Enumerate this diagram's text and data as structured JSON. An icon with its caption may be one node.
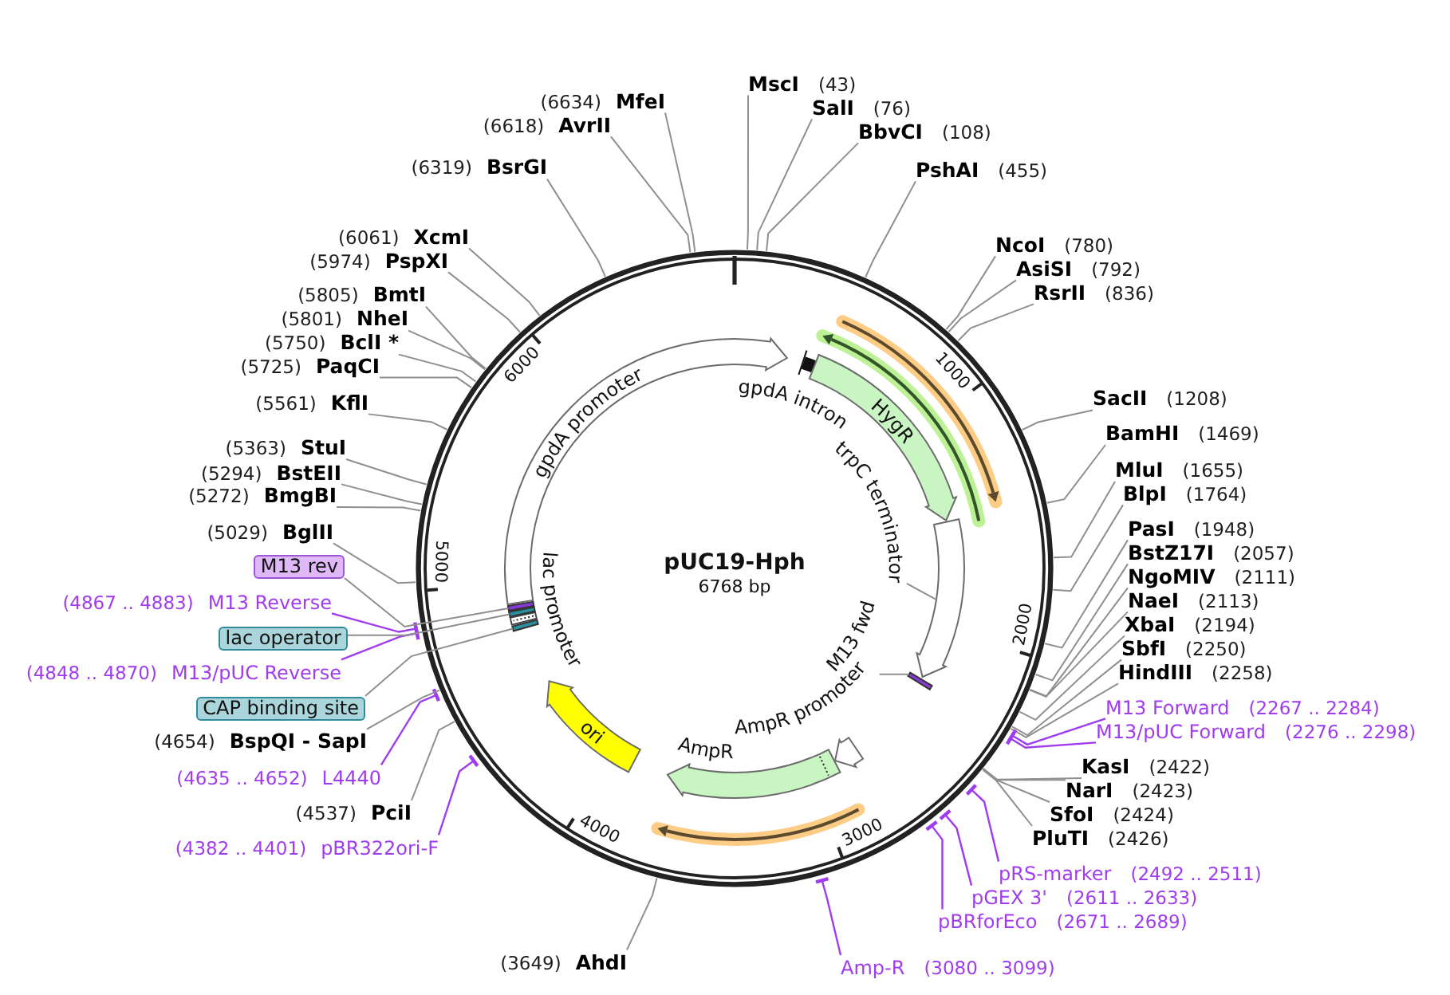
{
  "diagram": {
    "title": "pUC19-Hph",
    "nodes": [
      {
        "text": [
          "MscI",
          "(43)"
        ]
      },
      {
        "text": [
          "SalI",
          "(76)"
        ]
      },
      {
        "text": [
          "BbvCI",
          "(108)"
        ]
      },
      {
        "text": [
          "PshAI",
          "(455)"
        ]
      },
      {
        "text": [
          "NcoI",
          "(780)"
        ]
      },
      {
        "text": [
          "AsiSI",
          "(792)"
        ]
      },
      {
        "text": [
          "RsrII",
          "(836)"
        ]
      },
      {
        "text": [
          "SacII",
          "(1208)"
        ]
      },
      {
        "text": [
          "BamHI",
          "(1469)"
        ]
      },
      {
        "text": [
          "MluI",
          "(1655)"
        ]
      },
      {
        "text": [
          "BlpI",
          "(1764)"
        ]
      },
      {
        "text": [
          "PasI",
          "(1948)"
        ]
      },
      {
        "text": [
          "BstZ17I",
          "(2057)"
        ]
      },
      {
        "text": [
          "NgoMIV",
          "(2111)"
        ]
      },
      {
        "text": [
          "NaeI",
          "(2113)"
        ]
      },
      {
        "text": [
          "XbaI",
          "(2194)"
        ]
      },
      {
        "text": [
          "SbfI",
          "(2250)"
        ]
      },
      {
        "text": [
          "HindIII",
          "(2258)"
        ]
      },
      {
        "text": [
          "M13 Forward",
          "(2267 .. 2284)"
        ]
      },
      {
        "text": [
          "M13/pUC Forward",
          "(2276 .. 2298)"
        ]
      },
      {
        "text": [
          "KasI",
          "(2422)"
        ]
      },
      {
        "text": [
          "NarI",
          "(2423)"
        ]
      },
      {
        "text": [
          "SfoI",
          "(2424)"
        ]
      },
      {
        "text": [
          "PluTI",
          "(2426)"
        ]
      },
      {
        "text": [
          "pRS-marker",
          "(2492 .. 2511)"
        ]
      },
      {
        "text": [
          "pGEX 3'",
          "(2611 .. 2633)"
        ]
      },
      {
        "text": [
          "pBRforEco",
          "(2671 .. 2689)"
        ]
      },
      {
        "text": [
          "Amp-R",
          "(3080 .. 3099)"
        ]
      },
      {
        "text": [
          "(3649)",
          "AhdI"
        ]
      },
      {
        "text": [
          "(4382 .. 4401)",
          "pBR322ori-F"
        ]
      },
      {
        "text": [
          "(4537)",
          "PciI"
        ]
      },
      {
        "text": [
          "(4635 .. 4652)",
          "L4440"
        ]
      },
      {
        "text": [
          "(4654)",
          "BspQI - SapI"
        ]
      },
      {
        "text": [
          "CAP binding site"
        ]
      },
      {
        "text": [
          "(4848 .. 4870)",
          "M13/pUC Reverse"
        ]
      },
      {
        "text": [
          "lac operator"
        ]
      },
      {
        "text": [
          "(4867 .. 4883)",
          "M13 Reverse"
        ]
      },
      {
        "text": [
          "M13 rev"
        ]
      },
      {
        "text": [
          "(5029)",
          "BglII"
        ]
      },
      {
        "text": [
          "(5272)",
          "BmgBI"
        ]
      },
      {
        "text": [
          "(5294)",
          "BstEII"
        ]
      },
      {
        "text": [
          "(5363)",
          "StuI"
        ]
      },
      {
        "text": [
          "(5561)",
          "KflI"
        ]
      },
      {
        "text": [
          "(5725)",
          "PaqCI"
        ]
      },
      {
        "text": [
          "(5750)",
          "BclI *"
        ]
      },
      {
        "text": [
          "(5801)",
          "NheI"
        ]
      },
      {
        "text": [
          "(5805)",
          "BmtI"
        ]
      },
      {
        "text": [
          "(5974)",
          "PspXI"
        ]
      },
      {
        "text": [
          "(6061)",
          "XcmI"
        ]
      },
      {
        "text": [
          "(6319)",
          "BsrGI"
        ]
      },
      {
        "text": [
          "(6618)",
          "AvrII"
        ]
      },
      {
        "text": [
          "(6634)",
          "MfeI"
        ]
      },
      {
        "text": [],
        "shape": "circle"
      },
      {
        "text": [
          "gpdA intron"
        ],
        "in": 52
      },
      {
        "text": [
          "HygR"
        ],
        "in": 52
      },
      {
        "text": [],
        "shape": "arrow",
        "in": 52
      },
      {
        "text": [
          "trpC terminator"
        ],
        "in": 52
      },
      {
        "text": [],
        "shape": "bar",
        "in": 52
      },
      {
        "text": [
          "M13 fwd"
        ],
        "in": 52
      },
      {
        "text": [
          "AmpR promoter"
        ],
        "in": 52
      },
      {
        "text": [
          "AmpR"
        ],
        "in": 52
      },
      {
        "text": [
          "ori"
        ],
        "in": 52
      },
      {
        "text": [],
        "shape": "bar",
        "in": 52
      },
      {
        "text": [
          "lac promoter"
        ],
        "in": 52
      },
      {
        "text": [],
        "shape": "bar",
        "in": 52
      },
      {
        "text": [],
        "shape": "bar",
        "in": 52
      },
      {
        "text": [
          "gpdA promoter"
        ],
        "in": 52
      },
      {
        "text": [],
        "shape": "arrow",
        "in": 52
      },
      {
        "text": [],
        "shape": "arrow",
        "in": 52
      },
      {
        "text": [],
        "shape": "arrow",
        "in": 52
      }
    ],
    "edges": [
      {
        "from": 0,
        "to": 52,
        "arrow": "none"
      },
      {
        "from": 1,
        "to": 52,
        "arrow": "none"
      },
      {
        "from": 2,
        "to": 52,
        "arrow": "none"
      },
      {
        "from": 3,
        "to": 52,
        "arrow": "none"
      },
      {
        "from": 4,
        "to": 52,
        "arrow": "none"
      },
      {
        "from": 5,
        "to": 52,
        "arrow": "none"
      },
      {
        "from": 6,
        "to": 52,
        "arrow": "none"
      },
      {
        "from": 7,
        "to": 52,
        "arrow": "none"
      },
      {
        "from": 8,
        "to": 52,
        "arrow": "none"
      },
      {
        "from": 9,
        "to": 52,
        "arrow": "none"
      },
      {
        "from": 10,
        "to": 52,
        "arrow": "none"
      },
      {
        "from": 11,
        "to": 52,
        "arrow": "none"
      },
      {
        "from": 12,
        "to": 52,
        "arrow": "none"
      },
      {
        "from": 13,
        "to": 52,
        "arrow": "none"
      },
      {
        "from": 14,
        "to": 52,
        "arrow": "none"
      },
      {
        "from": 15,
        "to": 52,
        "arrow": "none"
      },
      {
        "from": 16,
        "to": 52,
        "arrow": "none"
      },
      {
        "from": 17,
        "to": 52,
        "arrow": "none"
      },
      {
        "from": 18,
        "to": 52,
        "arrow": "other",
        "color": "#a03cf0"
      },
      {
        "from": 19,
        "to": 52,
        "arrow": "other",
        "color": "#a03cf0"
      },
      {
        "from": 20,
        "to": 52,
        "arrow": "none"
      },
      {
        "from": 21,
        "to": 52,
        "arrow": "none"
      },
      {
        "from": 22,
        "to": 52,
        "arrow": "none"
      },
      {
        "from": 23,
        "to": 52,
        "arrow": "none"
      },
      {
        "from": 24,
        "to": 52,
        "arrow": "other",
        "color": "#a03cf0"
      },
      {
        "from": 25,
        "to": 52,
        "arrow": "other",
        "color": "#a03cf0"
      },
      {
        "from": 26,
        "to": 52,
        "arrow": "other",
        "color": "#a03cf0"
      },
      {
        "from": 27,
        "to": 52,
        "arrow": "other",
        "color": "#a03cf0"
      },
      {
        "from": 28,
        "to": 52,
        "arrow": "none"
      },
      {
        "from": 29,
        "to": 52,
        "arrow": "other",
        "color": "#a03cf0"
      },
      {
        "from": 30,
        "to": 52,
        "arrow": "none"
      },
      {
        "from": 31,
        "to": 52,
        "arrow": "other",
        "color": "#a03cf0"
      },
      {
        "from": 32,
        "to": 52,
        "arrow": "none"
      },
      {
        "from": 34,
        "to": 52,
        "arrow": "other",
        "color": "#a03cf0"
      },
      {
        "from": 36,
        "to": 52,
        "arrow": "other",
        "color": "#a03cf0"
      },
      {
        "from": 38,
        "to": 52,
        "arrow": "none"
      },
      {
        "from": 39,
        "to": 52,
        "arrow": "none"
      },
      {
        "from": 40,
        "to": 52,
        "arrow": "none"
      },
      {
        "from": 41,
        "to": 52,
        "arrow": "none"
      },
      {
        "from": 42,
        "to": 52,
        "arrow": "none"
      },
      {
        "from": 43,
        "to": 52,
        "arrow": "none"
      },
      {
        "from": 44,
        "to": 52,
        "arrow": "none"
      },
      {
        "from": 45,
        "to": 52,
        "arrow": "none"
      },
      {
        "from": 46,
        "to": 52,
        "arrow": "none"
      },
      {
        "from": 47,
        "to": 52,
        "arrow": "none"
      },
      {
        "from": 48,
        "to": 52,
        "arrow": "none"
      },
      {
        "from": 49,
        "to": 52,
        "arrow": "none"
      },
      {
        "from": 50,
        "to": 52,
        "arrow": "none"
      },
      {
        "from": 51,
        "to": 52,
        "arrow": "none"
      },
      {
        "from": 33,
        "to": 62,
        "arrow": "none"
      },
      {
        "from": 35,
        "to": 64,
        "arrow": "none"
      },
      {
        "from": 37,
        "to": 65,
        "arrow": "none"
      },
      {
        "from": 56,
        "to": 55,
        "arrow": "none"
      },
      {
        "from": 58,
        "to": 57,
        "arrow": "none"
      }
    ],
    "labels": [
      "6768 bp",
      "1000",
      "2000",
      "3000",
      "4000",
      "5000",
      "6000"
    ]
  }
}
